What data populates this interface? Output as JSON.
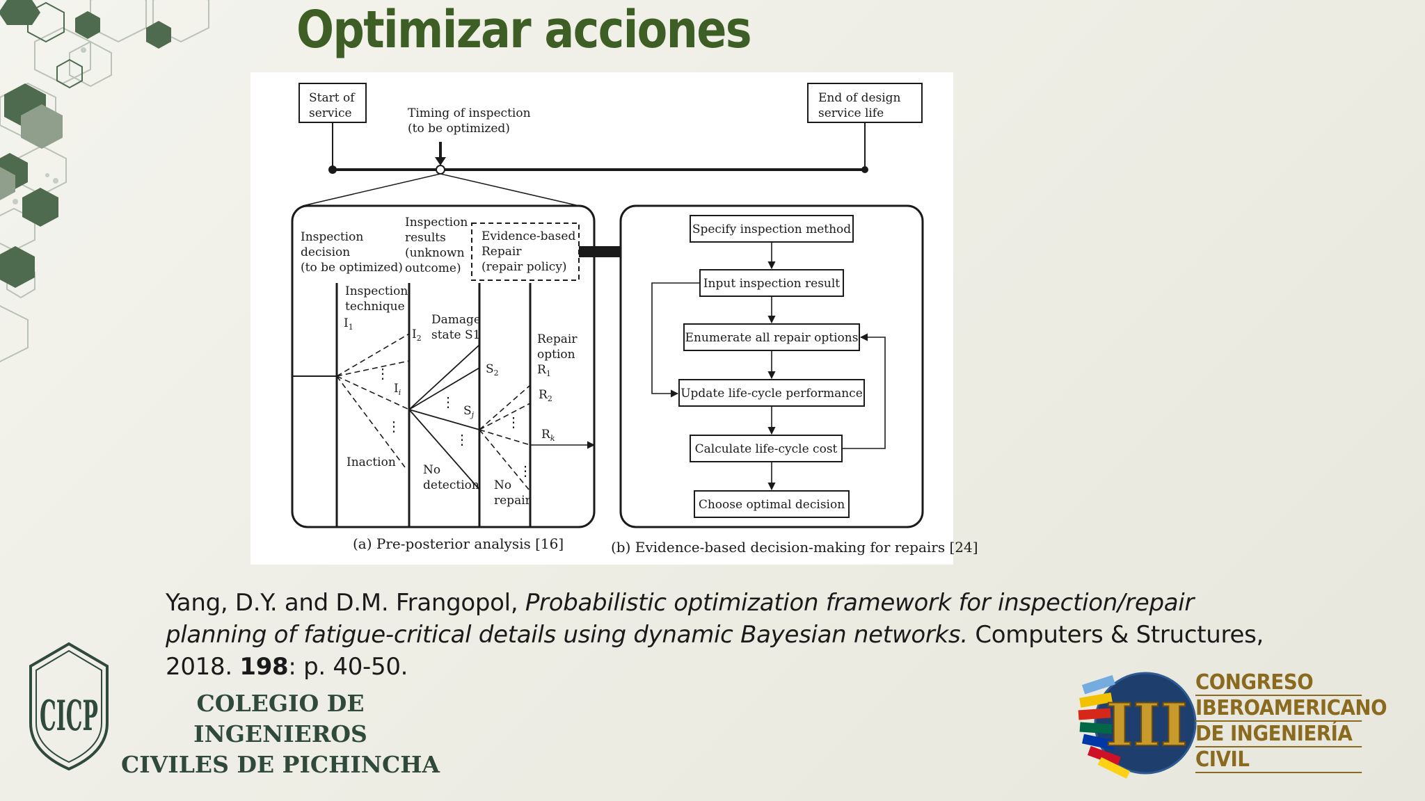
{
  "slide": {
    "title": "Optimizar acciones"
  },
  "figure": {
    "timeline": {
      "start_label": [
        "Start of",
        "service"
      ],
      "end_label": [
        "End of design",
        "service life"
      ],
      "timing_label": [
        "Timing of inspection",
        "(to be optimized)"
      ]
    },
    "panel_a": {
      "inspection_decision": [
        "Inspection",
        "decision",
        "(to be optimized)"
      ],
      "inspection_results": [
        "Inspection",
        "results",
        "(unknown",
        "outcome)"
      ],
      "evidence_based": [
        "Evidence-based",
        "Repair",
        "(repair policy)"
      ],
      "inspection_technique": [
        "Inspection",
        "technique"
      ],
      "i1": "I",
      "i1_sub": "1",
      "i2": "I",
      "i2_sub": "2",
      "ii": "I",
      "ii_sub": "i",
      "inaction": "Inaction",
      "damage_state": [
        "Damage",
        "state S1"
      ],
      "s2": "S",
      "s2_sub": "2",
      "sj": "S",
      "sj_sub": "j",
      "no_detection": [
        "No",
        "detection"
      ],
      "repair_option": [
        "Repair",
        "option"
      ],
      "r1": "R",
      "r1_sub": "1",
      "r2": "R",
      "r2_sub": "2",
      "rk": "R",
      "rk_sub": "k",
      "no_repair": [
        "No",
        "repair"
      ],
      "caption": "(a) Pre-posterior analysis [16]"
    },
    "panel_b": {
      "steps": [
        "Specify inspection method",
        "Input inspection result",
        "Enumerate all repair options",
        "Update life-cycle performance",
        "Calculate life-cycle cost",
        "Choose optimal decision"
      ],
      "caption": "(b) Evidence-based decision-making for repairs [24]"
    }
  },
  "citation": {
    "authors": "Yang, D.Y. and D.M. Frangopol, ",
    "title": "Probabilistic optimization framework for inspection/repair planning of fatigue-critical details using dynamic Bayesian networks.",
    "journal": " Computers & Structures, 2018. ",
    "volume": "198",
    "pages": ": p. 40-50."
  },
  "footer": {
    "cicp": {
      "shield_text": "CICP",
      "line1": "COLEGIO DE INGENIEROS",
      "line2": "CIVILES DE PICHINCHA"
    },
    "congreso": {
      "numeral": "III",
      "lines": [
        "CONGRESO",
        "IBEROAMERICANO",
        "DE INGENIERÍA",
        "CIVIL"
      ]
    }
  },
  "colors": {
    "title": "#3d5e24",
    "hex_dark": "#4f6b4f",
    "hex_light": "#9aa89a",
    "congreso_gold": "#8a6a1e",
    "cicp_green": "#2f4a3a"
  }
}
